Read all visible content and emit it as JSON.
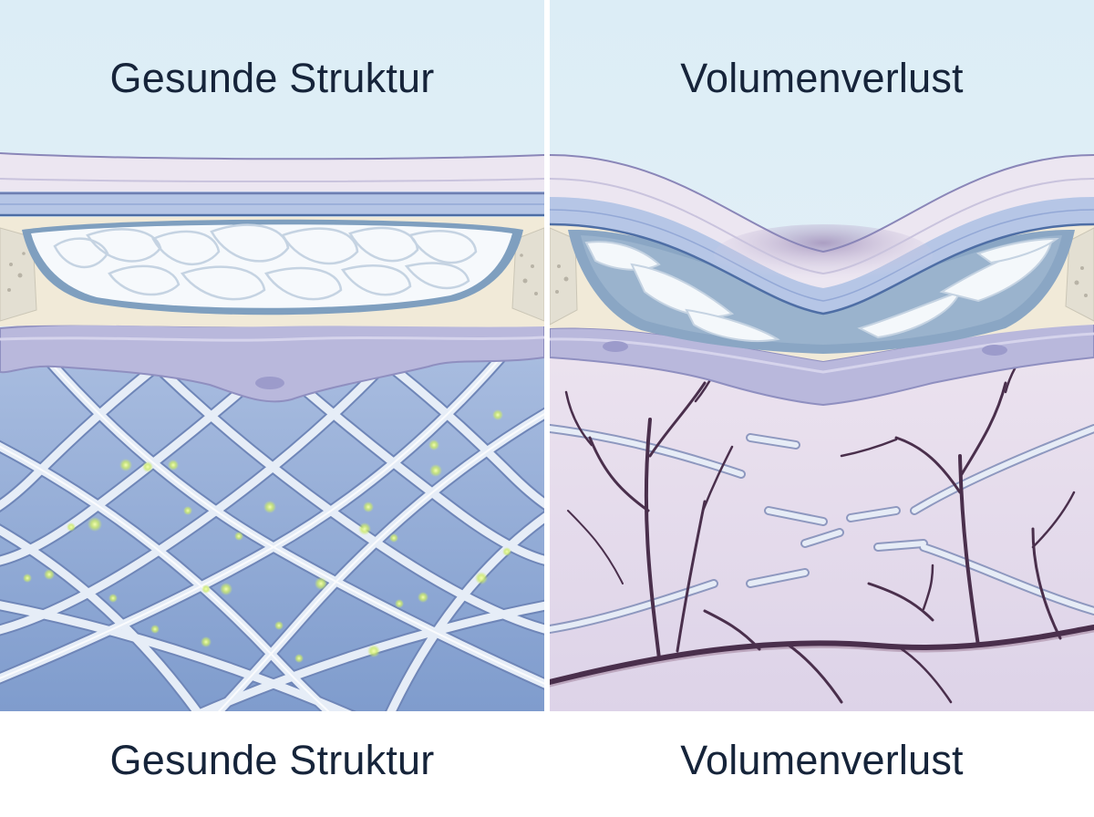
{
  "panels": [
    {
      "title": "Gesunde Struktur",
      "caption": "Gesunde Struktur"
    },
    {
      "title": "Volumenverlust",
      "caption": "Volumenverlust"
    }
  ],
  "colors": {
    "sky": "#dfeef6",
    "skin": "#ece6f0",
    "fat": "#f4f8fb",
    "tissue_healthy": "#8ea8d4",
    "tissue_loss": "#e6dced",
    "fiber": "#e4ecf6",
    "vessel": "#4a2f4c",
    "glow": "#cdeb6a"
  }
}
